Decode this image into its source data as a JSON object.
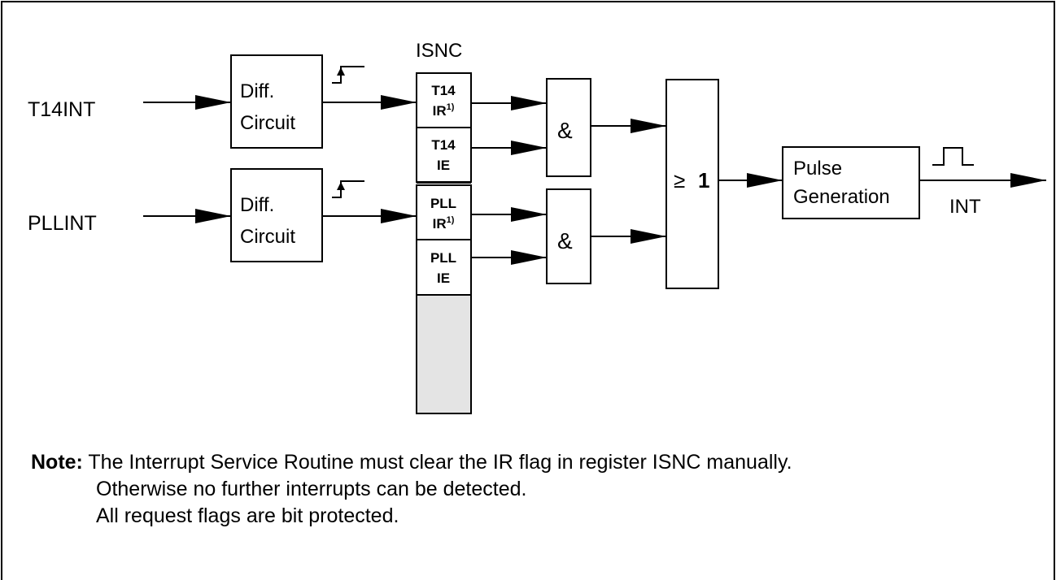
{
  "inputs": {
    "t14int": "T14INT",
    "pllint": "PLLINT"
  },
  "diff_circuit": {
    "line1": "Diff.",
    "line2": "Circuit"
  },
  "isnc": {
    "title": "ISNC",
    "cells": [
      {
        "line1": "T14",
        "line2": "IR",
        "sup": "1)"
      },
      {
        "line1": "T14",
        "line2": "IE",
        "sup": ""
      },
      {
        "line1": "PLL",
        "line2": "IR",
        "sup": "1)"
      },
      {
        "line1": "PLL",
        "line2": "IE",
        "sup": ""
      }
    ]
  },
  "gates": {
    "and_symbol": "&",
    "or_symbol": "≥",
    "or_number": "1"
  },
  "pulse": {
    "line1": "Pulse",
    "line2": "Generation"
  },
  "output": {
    "label": "INT"
  },
  "note": {
    "heading": "Note:",
    "line1": "The Interrupt Service Routine must clear the IR flag in register ISNC manually.",
    "line2": "Otherwise no further interrupts can be detected.",
    "line3": "All request flags are bit protected."
  },
  "colors": {
    "line": "#000000",
    "register_fill_unused": "#e4e4e4",
    "background": "#ffffff"
  }
}
